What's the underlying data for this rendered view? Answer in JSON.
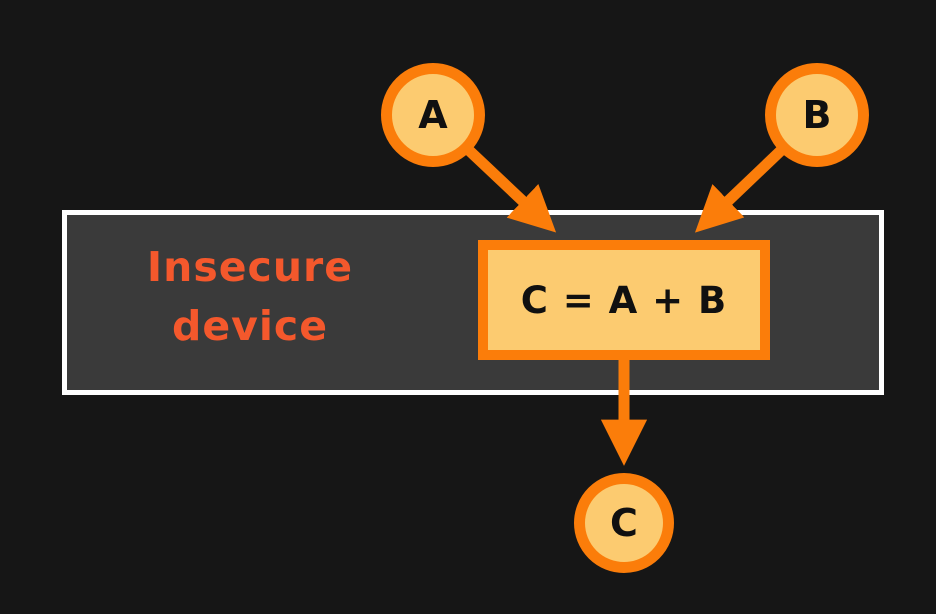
{
  "diagram": {
    "device": {
      "label_line1": "Insecure",
      "label_line2": "device"
    },
    "nodes": {
      "a": {
        "label": "A"
      },
      "b": {
        "label": "B"
      },
      "c": {
        "label": "C"
      },
      "operation": {
        "label": "C = A + B"
      }
    },
    "edges": [
      {
        "from": "a",
        "to": "operation"
      },
      {
        "from": "b",
        "to": "operation"
      },
      {
        "from": "operation",
        "to": "c"
      }
    ],
    "colors": {
      "background": "#161616",
      "accent_orange": "#fb7d0a",
      "node_fill": "#fccb70",
      "node_text": "#101010",
      "device_fill": "#3a3a3a",
      "device_border": "#ffffff",
      "device_label": "#f4582c"
    }
  }
}
